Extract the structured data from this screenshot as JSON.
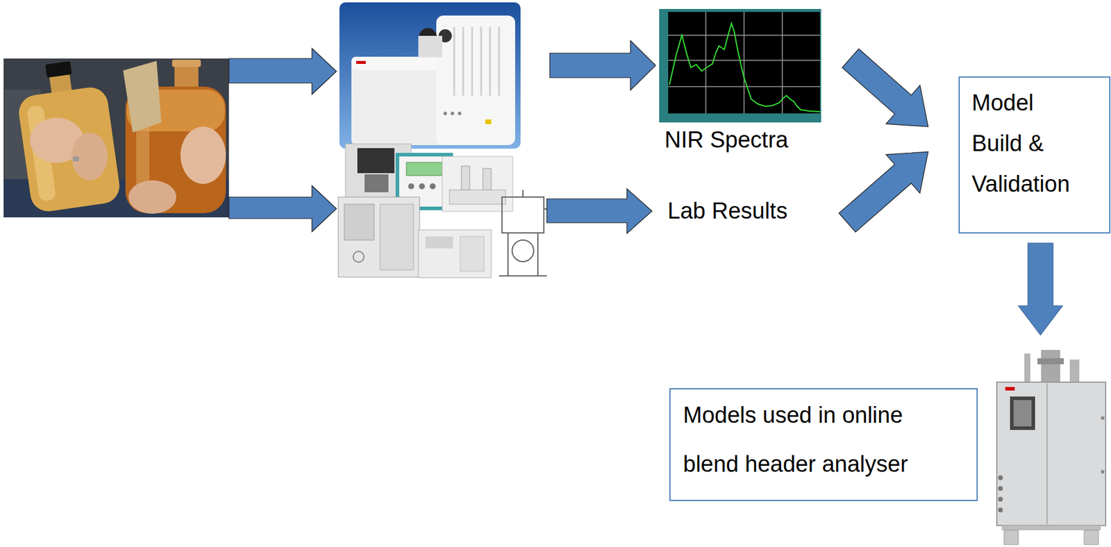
{
  "diagram": {
    "nodes": [
      {
        "text": [
          "NIR Spectra"
        ]
      },
      {
        "text": [
          "Lab Results"
        ]
      },
      {
        "text": [
          "Model Build & Validation"
        ]
      },
      {
        "text": [
          "Models used in online blend header analyser"
        ]
      }
    ],
    "edges": [
      {
        "from": 0,
        "to": 2,
        "arrow": "to"
      },
      {
        "from": 1,
        "to": 2,
        "arrow": "to"
      }
    ]
  }
}
